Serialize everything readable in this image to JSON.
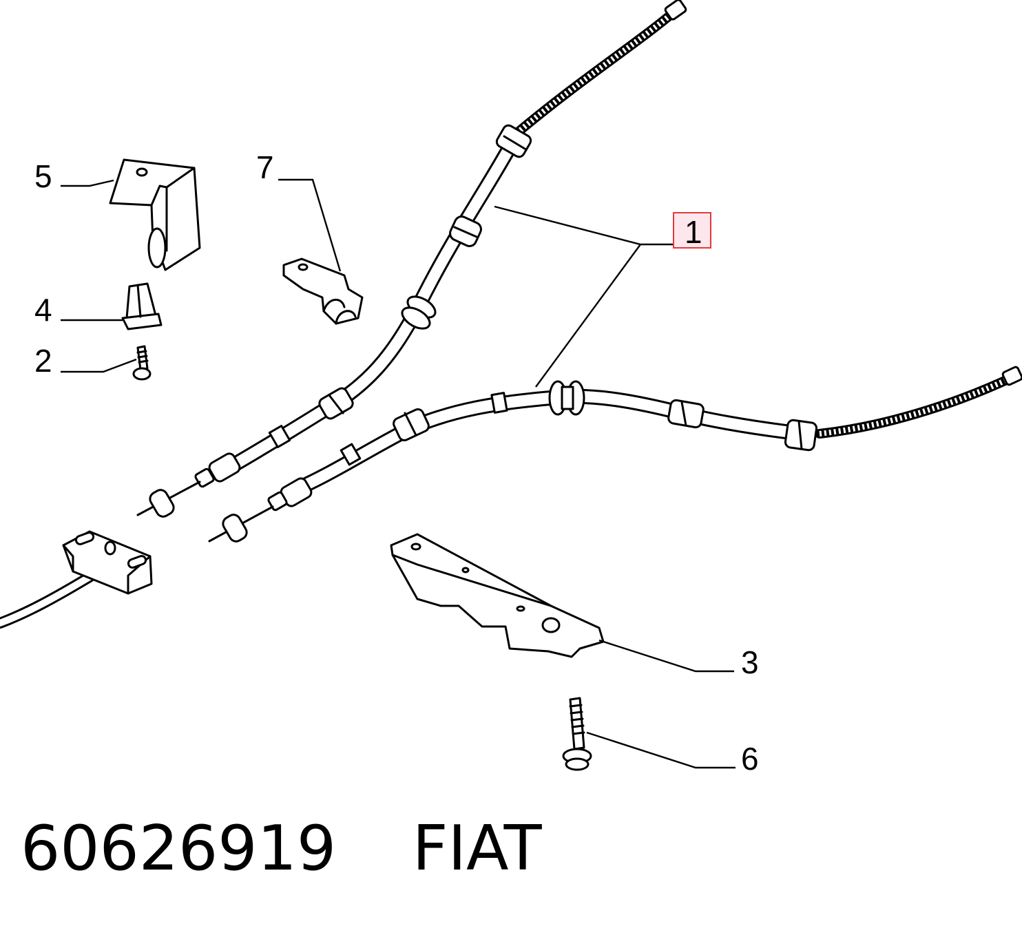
{
  "callouts": {
    "c1": "1",
    "c2": "2",
    "c3": "3",
    "c4": "4",
    "c5": "5",
    "c6": "6",
    "c7": "7"
  },
  "highlight": {
    "label": "1",
    "border_color": "#e03a3a",
    "fill_color": "#fde6ec"
  },
  "caption": {
    "part_number": "60626919",
    "brand": "FIAT"
  }
}
